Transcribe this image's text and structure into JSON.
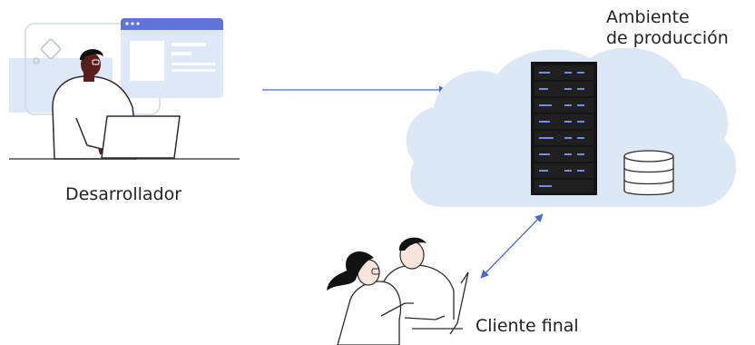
{
  "labels": {
    "developer": "Desarrollador",
    "environment_line1": "Ambiente",
    "environment_line2": "de producción",
    "client": "Cliente final"
  },
  "colors": {
    "cloud": "#dde8f7",
    "window_panel": "#dfe8f6",
    "browser_frame": "#5f74d6",
    "arrow": "#4a6bc9",
    "server": "#151515",
    "server_led": "#6f8ee8",
    "skin_dark": "#5a1f1c",
    "hair": "#111111"
  },
  "icons": {
    "developer": "person-at-laptop-icon",
    "server": "server-rack-icon",
    "database": "database-icon",
    "clients": "two-people-at-laptop-icon"
  }
}
